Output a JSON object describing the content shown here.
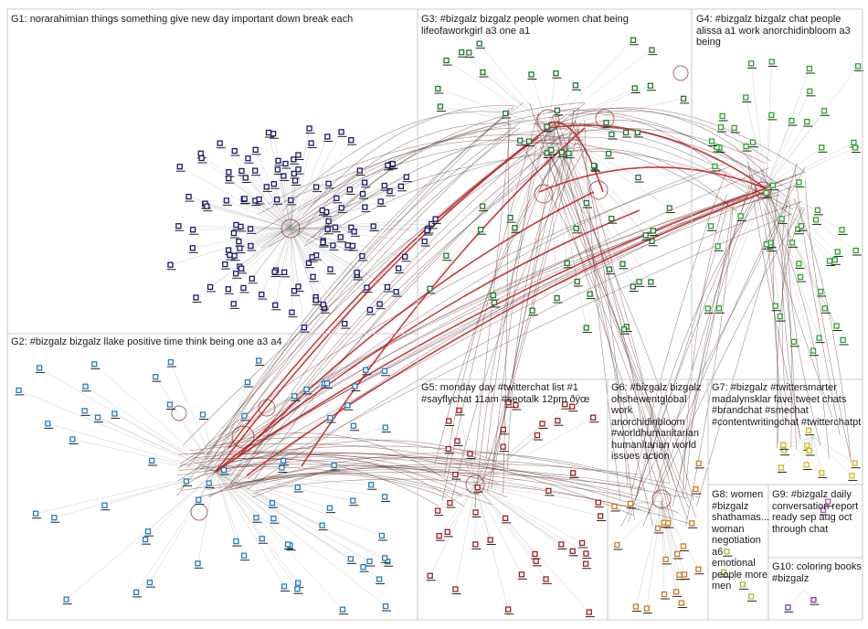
{
  "groups": [
    {
      "id": "G1",
      "label": "G1: norarahimian things something give new day important down break each",
      "color": "#1a1a6e",
      "count": 130
    },
    {
      "id": "G2",
      "label": "G2: #bizgalz bizgalz llake positive time think being one a3 a4",
      "color": "#1f7fc0",
      "count": 70
    },
    {
      "id": "G3",
      "label": "G3: #bizgalz bizgalz people women chat being lifeofaworkgirl a3 one a1",
      "color": "#1e7a2e",
      "count": 60
    },
    {
      "id": "G4",
      "label": "G4: #bizgalz bizgalz chat people alissa a1 work anorchidinbloom a3 being",
      "color": "#2aa52a",
      "count": 55
    },
    {
      "id": "G5",
      "label": "G5: monday day #twitterchat list #1 #sayflychat 11am #seotalk 12pm ðÿœ",
      "color": "#a01e1e",
      "count": 42
    },
    {
      "id": "G6",
      "label": "G6: #bizgalz bizgalz ohshewentglobal work anorchidinbloom #worldhumanitarian humanitarian world issues action",
      "color": "#d07a1a",
      "count": 20
    },
    {
      "id": "G7",
      "label": "G7: #bizgalz #twittersmarter madalynsklar fave tweet chats #brandchat #smechat #contentwritingchat #twitterchatpt",
      "color": "#d0b81a",
      "count": 10
    },
    {
      "id": "G8",
      "label": "G8: women #bizgalz shathamas... woman negotiation a6 emotional people more men",
      "color": "#a0c040",
      "count": 4
    },
    {
      "id": "G9",
      "label": "G9: #bizgalz daily conversation report ready sep aug oct through chat",
      "color": "#c04ac0",
      "count": 2
    },
    {
      "id": "G10",
      "label": "G10: coloring books #bizgalz",
      "color": "#7a3aa0",
      "count": 2
    }
  ],
  "edge_colors": {
    "normal": "#9a9a9a",
    "strong": "#c01818",
    "dark": "#5a2a2a"
  }
}
